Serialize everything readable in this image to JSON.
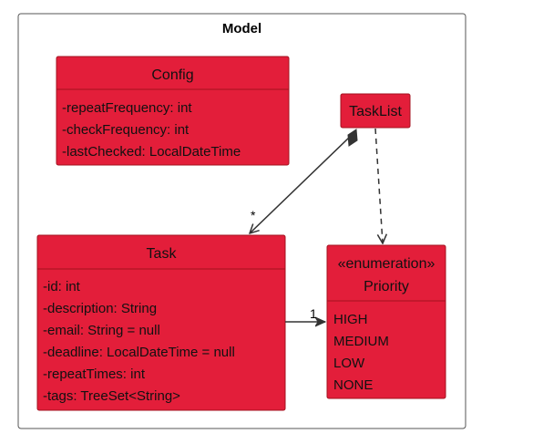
{
  "package": {
    "title": "Model"
  },
  "colors": {
    "class_fill": "#e31e3a",
    "class_border": "#a3111f",
    "package_border": "#555555",
    "line": "#333333"
  },
  "classes": {
    "config": {
      "name": "Config",
      "attributes": [
        "-repeatFrequency: int",
        "-checkFrequency: int",
        "-lastChecked: LocalDateTime"
      ]
    },
    "tasklist": {
      "name": "TaskList"
    },
    "task": {
      "name": "Task",
      "attributes": [
        "-id: int",
        "-description: String",
        "-email: String = null",
        "-deadline: LocalDateTime = null",
        "-repeatTimes: int",
        "-tags: TreeSet<String>"
      ]
    },
    "priority": {
      "stereotype": "«enumeration»",
      "name": "Priority",
      "values": [
        "HIGH",
        "MEDIUM",
        "LOW",
        "NONE"
      ]
    }
  },
  "relations": {
    "tasklist_task": {
      "type": "composition",
      "target_multiplicity": "*"
    },
    "tasklist_priority": {
      "type": "dependency"
    },
    "task_priority": {
      "type": "association",
      "target_multiplicity": "1"
    }
  }
}
